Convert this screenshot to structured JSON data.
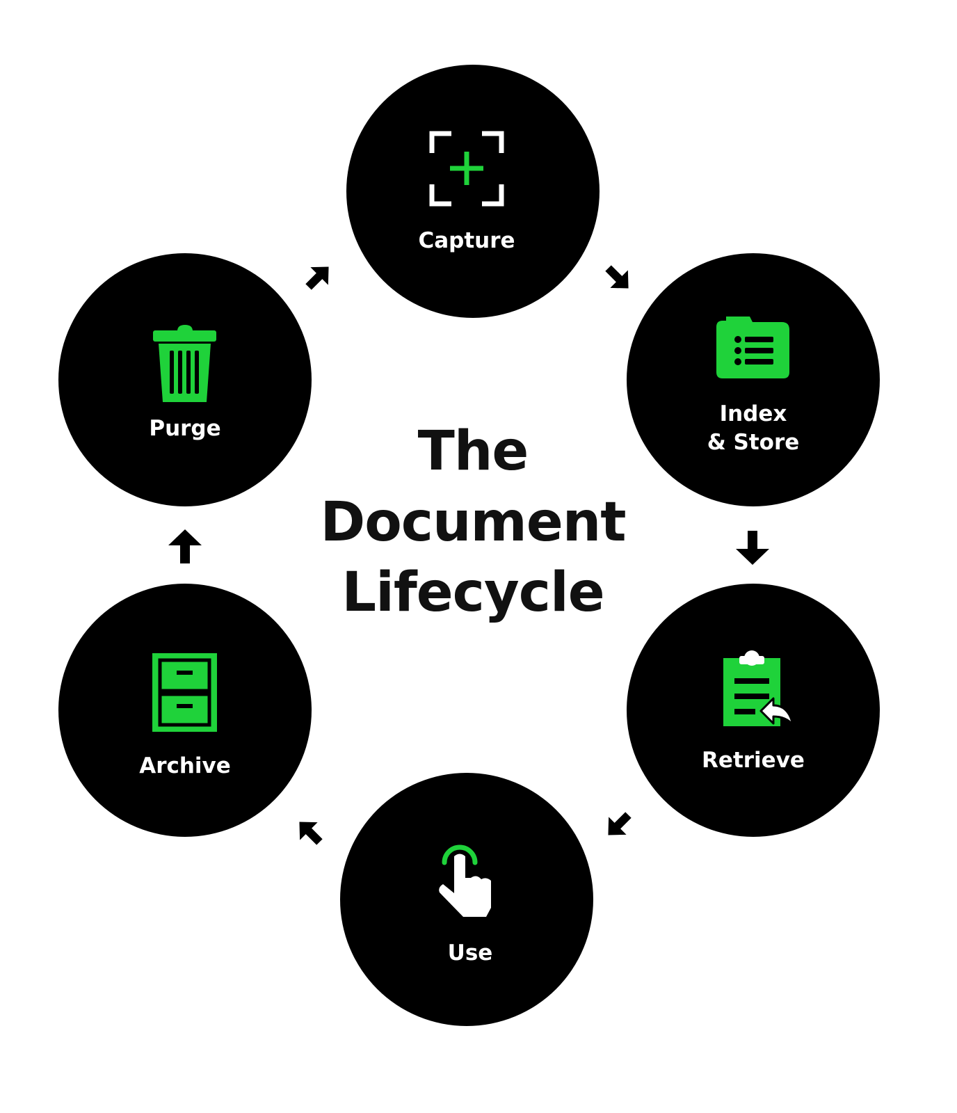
{
  "title": {
    "line1": "The",
    "line2": "Document",
    "line3": "Lifecycle"
  },
  "colors": {
    "accent": "#1fd23a",
    "node_fill": "#000000",
    "label": "#ffffff",
    "title": "#111111",
    "background": "#ffffff"
  },
  "stages": [
    {
      "id": "capture",
      "label_lines": [
        "Capture"
      ],
      "icon": "capture-frame-plus-icon"
    },
    {
      "id": "index",
      "label_lines": [
        "Index",
        "& Store"
      ],
      "icon": "folder-list-icon"
    },
    {
      "id": "retrieve",
      "label_lines": [
        "Retrieve"
      ],
      "icon": "clipboard-return-icon"
    },
    {
      "id": "use",
      "label_lines": [
        "Use"
      ],
      "icon": "tap-hand-icon"
    },
    {
      "id": "archive",
      "label_lines": [
        "Archive"
      ],
      "icon": "filing-cabinet-icon"
    },
    {
      "id": "purge",
      "label_lines": [
        "Purge"
      ],
      "icon": "trash-can-icon"
    }
  ],
  "cycle_direction": "clockwise"
}
